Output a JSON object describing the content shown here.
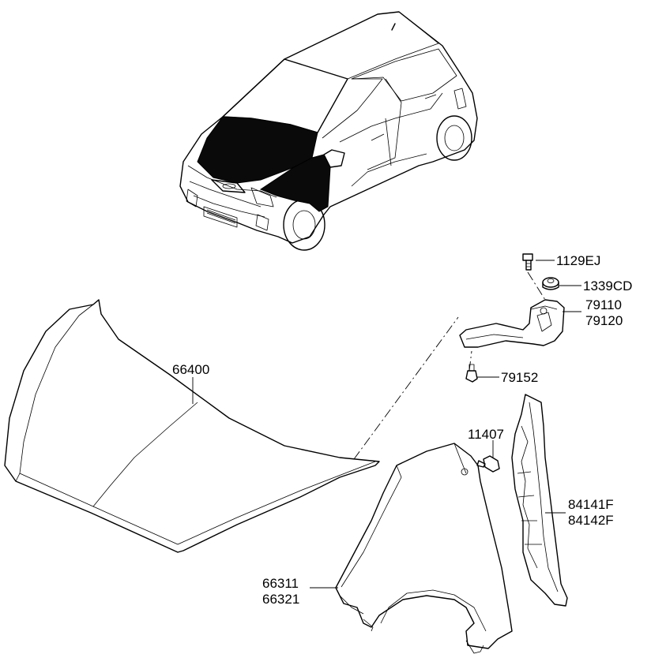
{
  "diagram": {
    "labels": {
      "hood": "66400",
      "hinge_bolt": "1129EJ",
      "hinge_nut": "1339CD",
      "hinge_lh": "79110",
      "hinge_rh": "79120",
      "hinge_bolt_lower": "79152",
      "fender_bolt": "11407",
      "fender_lh": "66311",
      "fender_rh": "66321",
      "insulator_lh": "84141F",
      "insulator_rh": "84142F"
    }
  }
}
